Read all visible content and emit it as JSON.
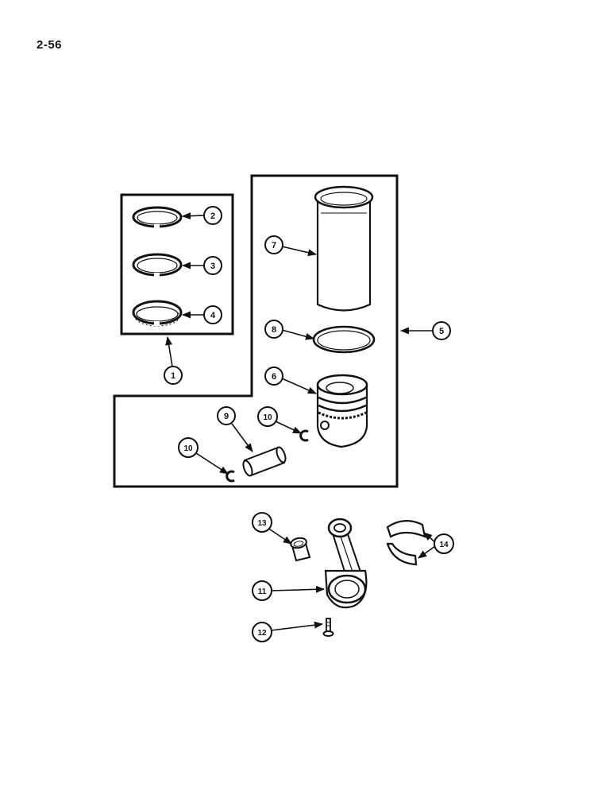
{
  "page": {
    "number": "2-56"
  },
  "callouts": [
    {
      "id": "c1",
      "label": "1",
      "part": "piston-ring-set"
    },
    {
      "id": "c2",
      "label": "2",
      "part": "top-compression-ring"
    },
    {
      "id": "c3",
      "label": "3",
      "part": "second-compression-ring"
    },
    {
      "id": "c4",
      "label": "4",
      "part": "oil-control-ring"
    },
    {
      "id": "c5",
      "label": "5",
      "part": "cylinder-kit"
    },
    {
      "id": "c6",
      "label": "6",
      "part": "piston"
    },
    {
      "id": "c7",
      "label": "7",
      "part": "cylinder-sleeve"
    },
    {
      "id": "c8",
      "label": "8",
      "part": "sleeve-seal-ring"
    },
    {
      "id": "c9",
      "label": "9",
      "part": "piston-pin"
    },
    {
      "id": "c10a",
      "label": "10",
      "part": "snap-ring-right"
    },
    {
      "id": "c10b",
      "label": "10",
      "part": "snap-ring-left"
    },
    {
      "id": "c11",
      "label": "11",
      "part": "connecting-rod"
    },
    {
      "id": "c12",
      "label": "12",
      "part": "rod-bolt"
    },
    {
      "id": "c13",
      "label": "13",
      "part": "pin-bushing"
    },
    {
      "id": "c14",
      "label": "14",
      "part": "rod-bearing-halves"
    }
  ],
  "style": {
    "line_color": "#111111",
    "background": "#ffffff"
  }
}
